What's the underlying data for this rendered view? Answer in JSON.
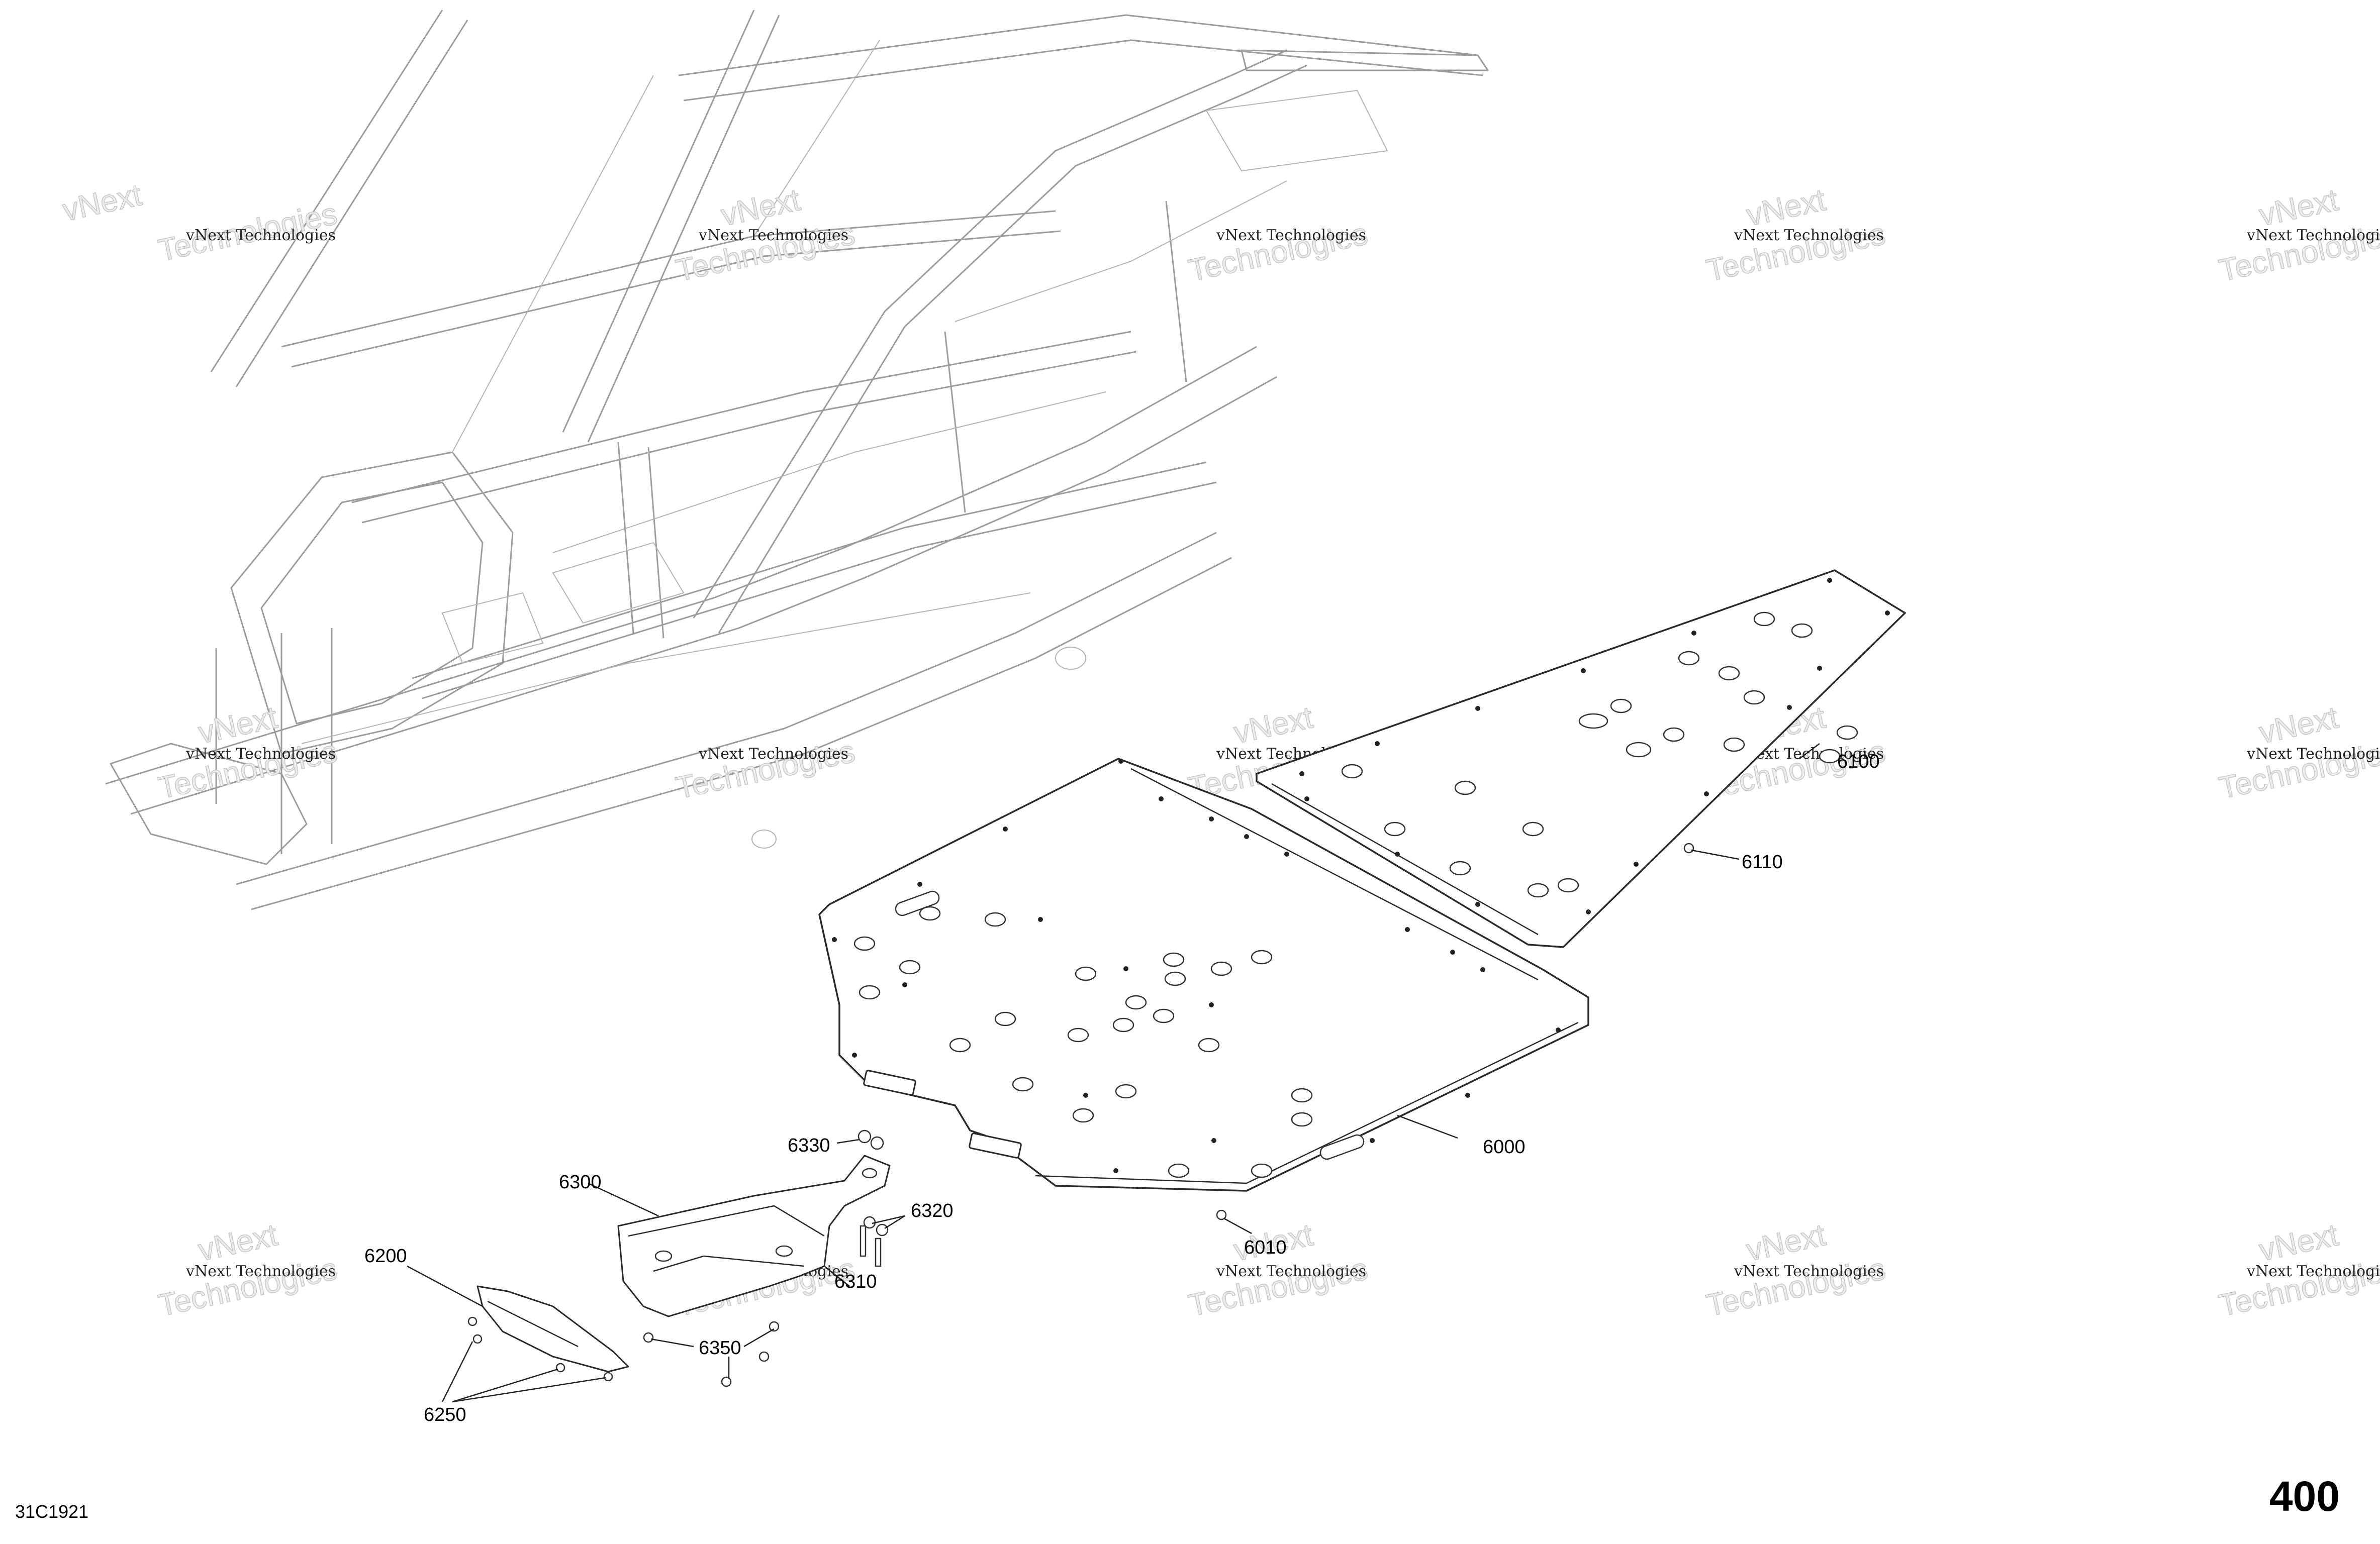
{
  "diagram": {
    "code": "31C1921",
    "page_number": "400",
    "watermark": {
      "line1": "vNext Technologies",
      "line2": "vNext",
      "line3": "Technologies"
    },
    "callouts": {
      "c6000": "6000",
      "c6010": "6010",
      "c6100": "6100",
      "c6110": "6110",
      "c6200": "6200",
      "c6250": "6250",
      "c6300": "6300",
      "c6310": "6310",
      "c6320": "6320",
      "c6330": "6330",
      "c6350": "6350"
    }
  }
}
